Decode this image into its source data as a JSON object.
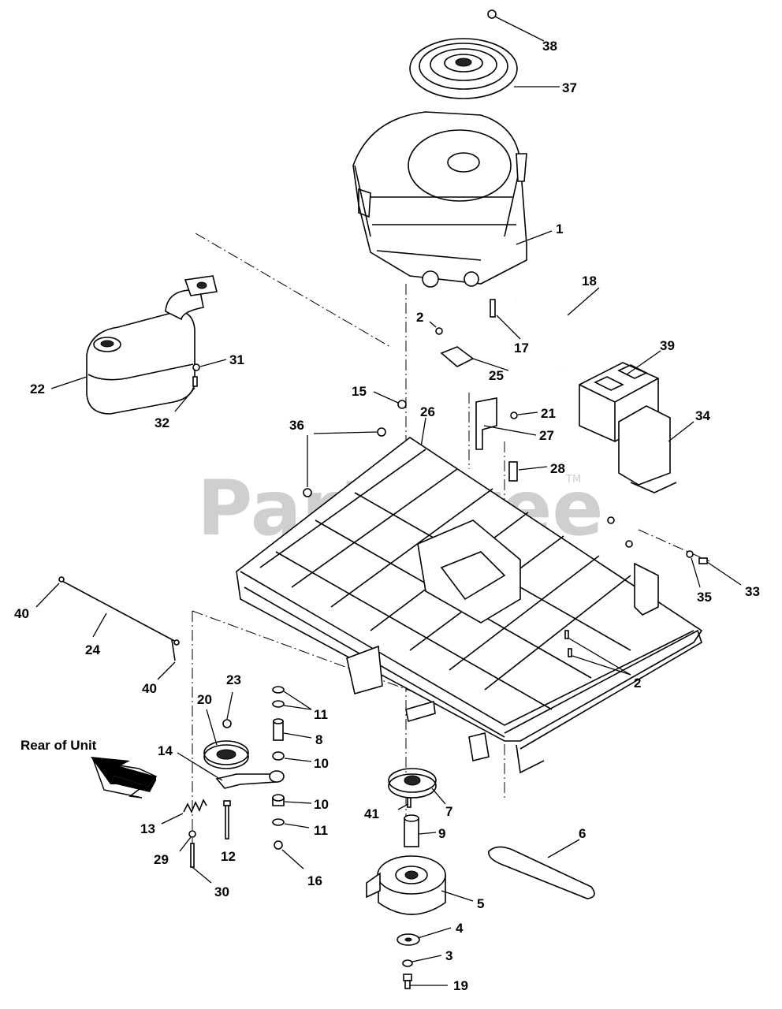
{
  "watermark": "PartsTree",
  "trademark": "TM",
  "rear_label": "Rear of Unit",
  "callouts": [
    "38",
    "37",
    "1",
    "18",
    "2",
    "17",
    "25",
    "39",
    "31",
    "22",
    "32",
    "15",
    "26",
    "21",
    "27",
    "34",
    "36",
    "28",
    "33",
    "35",
    "40",
    "24",
    "2",
    "23",
    "11",
    "20",
    "8",
    "10",
    "14",
    "10",
    "13",
    "12",
    "11",
    "41",
    "7",
    "9",
    "6",
    "29",
    "16",
    "30",
    "5",
    "4",
    "3",
    "19",
    "40"
  ]
}
